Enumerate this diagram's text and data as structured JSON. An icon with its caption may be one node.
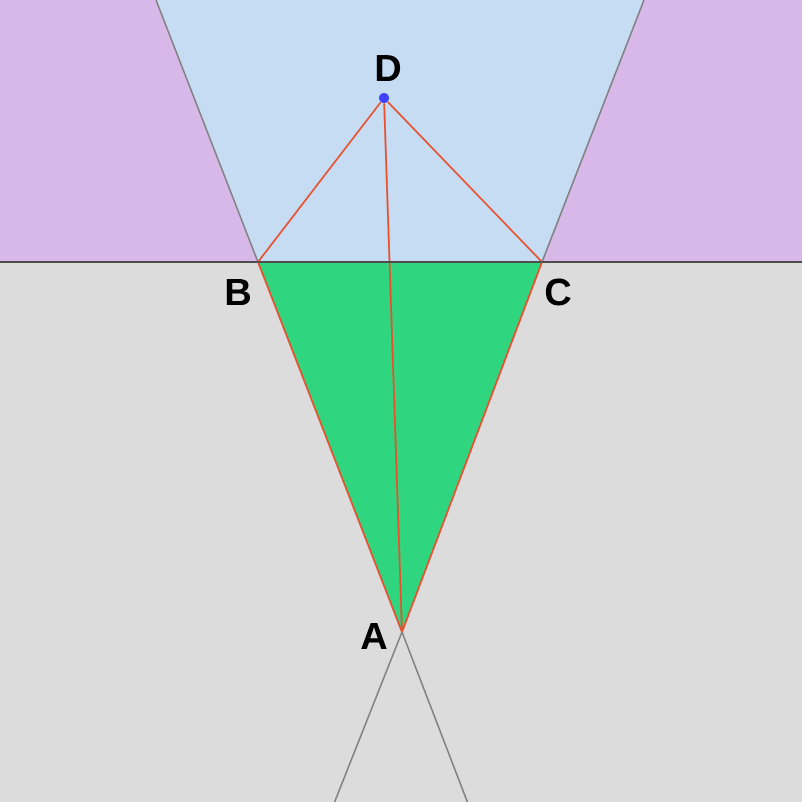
{
  "diagram": {
    "nodes": [
      {
        "text": [
          "A"
        ]
      },
      {
        "text": [
          "B"
        ]
      },
      {
        "text": [
          "C"
        ]
      },
      {
        "text": [
          "D"
        ]
      }
    ],
    "edges": [
      {
        "from": 3,
        "to": 1,
        "arrow": "none"
      },
      {
        "from": 3,
        "to": 2,
        "arrow": "none"
      },
      {
        "from": 3,
        "to": 0,
        "arrow": "none"
      },
      {
        "from": 1,
        "to": 0,
        "arrow": "none"
      },
      {
        "from": 2,
        "to": 0,
        "arrow": "none"
      },
      {
        "from": 1,
        "to": 2,
        "arrow": "none",
        "color": "#4d4d4d"
      }
    ]
  }
}
